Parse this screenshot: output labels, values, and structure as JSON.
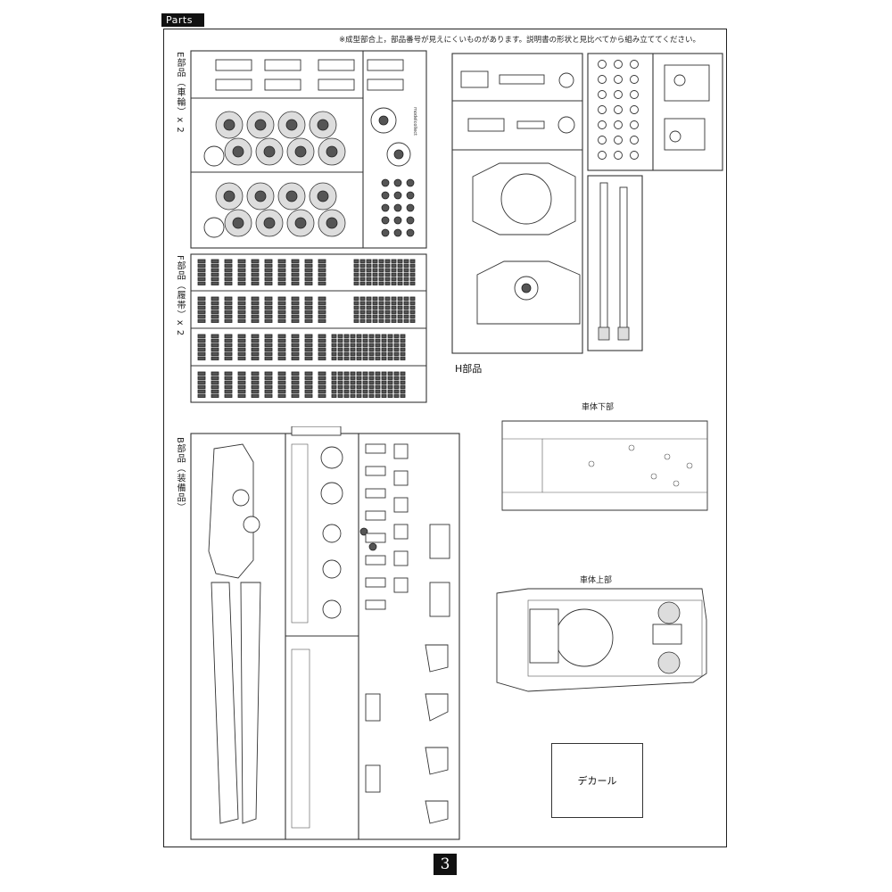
{
  "header": {
    "tab_label": "Parts"
  },
  "note": "※成型部合上，部品番号が見えにくいものがあります。説明書の形状と見比べてから組み立ててください。",
  "sprues": {
    "e_label": "E部品（車輪）x 2",
    "f_label": "F部品（履帯）x 2",
    "b_label": "B部品（装備品）",
    "h_label": "H部品"
  },
  "hull": {
    "lower_label": "車体下部",
    "upper_label": "車体上部"
  },
  "decal": {
    "label": "デカール"
  },
  "footer": {
    "page_number": "3"
  }
}
